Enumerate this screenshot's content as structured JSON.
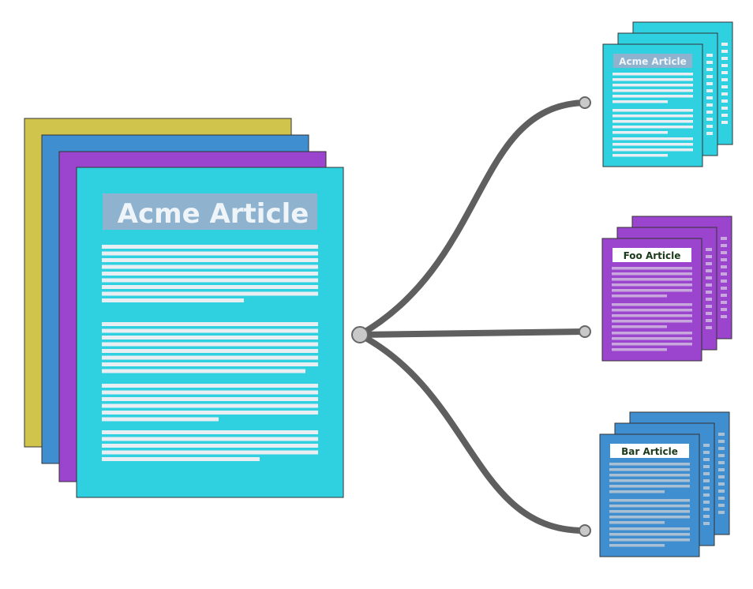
{
  "source": {
    "title": "Acme Article",
    "layer_colors": [
      "#d1c44c",
      "#3f8ecf",
      "#9b45cf",
      "#2fd0e0"
    ],
    "title_bg": "#8fb3cf",
    "line_color": "#e8eef2"
  },
  "connector": {
    "stroke": "#5f5f5f",
    "node_fill": "#c9c9c9"
  },
  "targets": [
    {
      "title": "Acme Article",
      "color": "#2fd0e0",
      "title_bg": "#8fb3cf",
      "title_color": "#eef4f8",
      "line_color": "#e8eef2"
    },
    {
      "title": "Foo Article",
      "color": "#9b45cf",
      "title_bg": "#ffffff",
      "title_color": "#1b3a1b",
      "line_color": "#c8a8dc"
    },
    {
      "title": "Bar Article",
      "color": "#3f8ecf",
      "title_bg": "#ffffff",
      "title_color": "#1b3a1b",
      "line_color": "#a9bfd3"
    }
  ]
}
